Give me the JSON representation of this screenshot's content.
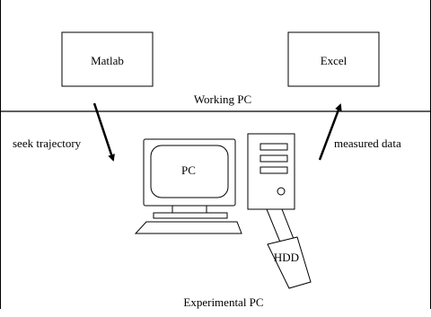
{
  "top_section": {
    "label": "Working PC",
    "apps": [
      {
        "label": "Matlab"
      },
      {
        "label": "Excel"
      }
    ]
  },
  "bottom_section": {
    "label": "Experimental PC",
    "monitor_label": "PC",
    "drive_label": "HDD"
  },
  "arrows": {
    "left_label": "seek trajectory",
    "right_label": "measured data"
  }
}
